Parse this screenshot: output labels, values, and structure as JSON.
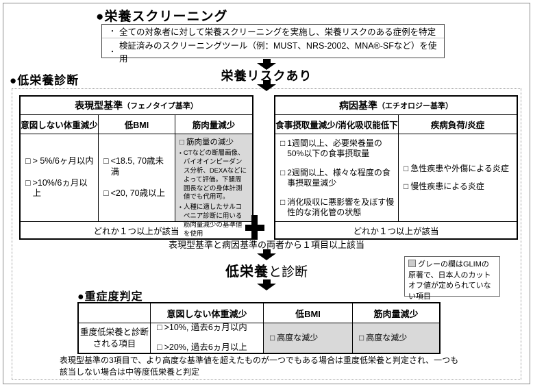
{
  "icons": {
    "checkbox": "□",
    "bullet": "・",
    "dot": "•"
  },
  "colors": {
    "gray_cell": "#d9d9d9",
    "arrow": "#000000"
  },
  "screening": {
    "title": "●栄養スクリーニング",
    "points": [
      "全ての対象者に対して栄養スクリーニングを実施し、栄養リスクのある症例を特定",
      "検証済みのスクリーニングツール（例：MUST、NRS-2002、MNA®-SFなど）を使用"
    ]
  },
  "risk_label": "栄養リスクあり",
  "diagnosis": {
    "heading": "●低栄養診断",
    "phenotype": {
      "title": "表現型基準",
      "subtitle": "（フェノタイプ基準）",
      "columns": [
        "意図しない体重減少",
        "低BMI",
        "筋肉量減少"
      ],
      "weight_loss_items": [
        "> 5%/6ヶ月以内",
        ">10%/6ヵ月以上"
      ],
      "bmi_items": [
        "<18.5, 70歳未満",
        "<20, 70歳以上"
      ],
      "muscle": {
        "check_label": "筋肉量の減少",
        "notes": [
          "CTなどの断層画像、バイオインピーダンス分析、DEXAなどによって評価。下腿周囲長などの身体計測値でも代用可。",
          "人種に適したサルコペニア診断に用いる筋肉量減少の基準値を使用"
        ]
      },
      "footer": "どれか１つ以上が該当"
    },
    "etiology": {
      "title": "病因基準",
      "subtitle": "（エチオロジー基準）",
      "columns": [
        "食事摂取量減少/消化吸収能低下",
        "疾病負荷/炎症"
      ],
      "intake_items": [
        "1週間以上、必要栄養量の50%以下の食事摂取量",
        "2週間以上、様々な程度の食事摂取量減少",
        "消化吸収に悪影響を及ぼす慢性的な消化管の状態"
      ],
      "disease_items": [
        "急性疾患や外傷による炎症",
        "慢性疾患による炎症"
      ],
      "footer": "どれか１つ以上が該当"
    },
    "combine_note": "表現型基準と病因基準の両者から１項目以上該当",
    "dx_strong": "低栄養",
    "dx_rest": "と診断"
  },
  "legend": {
    "text": "グレーの欄はGLIMの原著で、日本人のカットオフ値が定められていない項目"
  },
  "severity": {
    "heading": "●重症度判定",
    "columns": [
      "",
      "意図しない体重減少",
      "低BMI",
      "筋肉量減少"
    ],
    "row_label_line1": "重度低栄養と診断",
    "row_label_line2": "される項目",
    "weight_items": [
      ">10%, 過去6ヵ月以内",
      ">20%, 過去6ヵ月以上"
    ],
    "bmi_cell": "高度な減少",
    "muscle_cell": "高度な減少",
    "note_lines": [
      "表現型基準の3項目で、より高度な基準値を超えたものが一つでもある場合は重度低栄養と判定され、一つも",
      "該当しない場合は中等度低栄養と判定"
    ]
  }
}
